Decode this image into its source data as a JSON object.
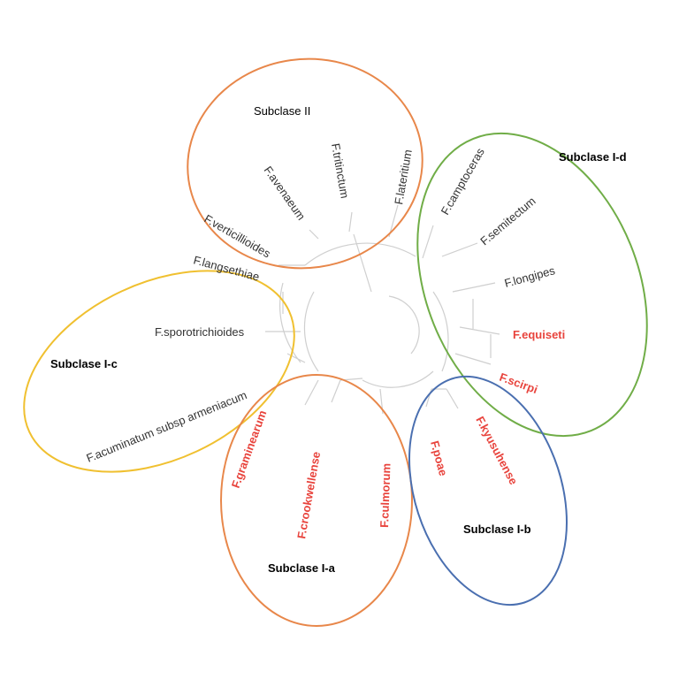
{
  "colors": {
    "branch": "#cfcfcf",
    "leaf_text": "#333333",
    "highlight_text": "#e8443d",
    "subclase_ii": "#e8874a",
    "subclase_i_d": "#70ad47",
    "subclase_i_c": "#f0c030",
    "subclase_i_a": "#e8874a",
    "subclase_i_b": "#4a6fb0"
  },
  "groups": [
    {
      "id": "subclase_ii",
      "label": "Subclase II",
      "leaves": [
        {
          "name": "F.lateritium",
          "highlighted": false
        },
        {
          "name": "F.tritinctum",
          "highlighted": false
        },
        {
          "name": "F.avenaeum",
          "highlighted": false
        },
        {
          "name": "F.verticillioides",
          "highlighted": false
        }
      ]
    },
    {
      "id": "subclase_i_d",
      "label": "Subclase I-d",
      "leaves": [
        {
          "name": "F.camptoceras",
          "highlighted": false
        },
        {
          "name": "F.semitectum",
          "highlighted": false
        },
        {
          "name": "F.longipes",
          "highlighted": false
        },
        {
          "name": "F.equiseti",
          "highlighted": true
        },
        {
          "name": "F.scirpi",
          "highlighted": true
        }
      ]
    },
    {
      "id": "subclase_i_c",
      "label": "Subclase I-c",
      "leaves": [
        {
          "name": "F.langsethiae",
          "highlighted": false
        },
        {
          "name": "F.sporotrichioides",
          "highlighted": false
        },
        {
          "name": "F.acuminatum subsp armeniacum",
          "highlighted": false
        }
      ]
    },
    {
      "id": "subclase_i_a",
      "label": "Subclase I-a",
      "leaves": [
        {
          "name": "F.graminearum",
          "highlighted": true
        },
        {
          "name": "F.crookwellense",
          "highlighted": true
        },
        {
          "name": "F.culmorum",
          "highlighted": true
        }
      ]
    },
    {
      "id": "subclase_i_b",
      "label": "Subclase I-b",
      "leaves": [
        {
          "name": "F.poae",
          "highlighted": true
        },
        {
          "name": "F.kyusuhense",
          "highlighted": true
        }
      ]
    }
  ]
}
